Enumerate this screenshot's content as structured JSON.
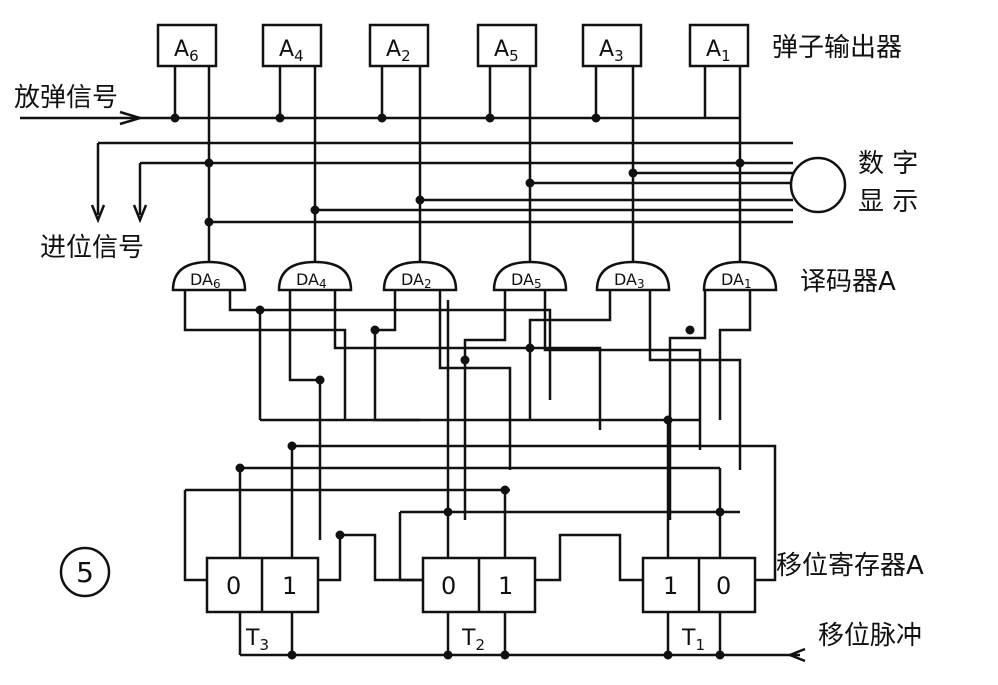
{
  "labels": {
    "ejector_output": "弹子输出器",
    "release_signal": "放弹信号",
    "carry_signal": "进位信号",
    "display_line1": "数 字",
    "display_line2": "显 示",
    "decoder": "译码器A",
    "shift_register": "移位寄存器A",
    "shift_pulse": "移位脉冲",
    "figure_number": "5"
  },
  "output_boxes": [
    {
      "name": "A",
      "sub": "6"
    },
    {
      "name": "A",
      "sub": "4"
    },
    {
      "name": "A",
      "sub": "2"
    },
    {
      "name": "A",
      "sub": "5"
    },
    {
      "name": "A",
      "sub": "3"
    },
    {
      "name": "A",
      "sub": "1"
    }
  ],
  "gates": [
    {
      "name": "DA",
      "sub": "6"
    },
    {
      "name": "DA",
      "sub": "4"
    },
    {
      "name": "DA",
      "sub": "2"
    },
    {
      "name": "DA",
      "sub": "5"
    },
    {
      "name": "DA",
      "sub": "3"
    },
    {
      "name": "DA",
      "sub": "1"
    }
  ],
  "registers": [
    {
      "name": "T",
      "sub": "3",
      "left_bit": "0",
      "right_bit": "1"
    },
    {
      "name": "T",
      "sub": "2",
      "left_bit": "0",
      "right_bit": "1"
    },
    {
      "name": "T",
      "sub": "1",
      "left_bit": "1",
      "right_bit": "0"
    }
  ]
}
